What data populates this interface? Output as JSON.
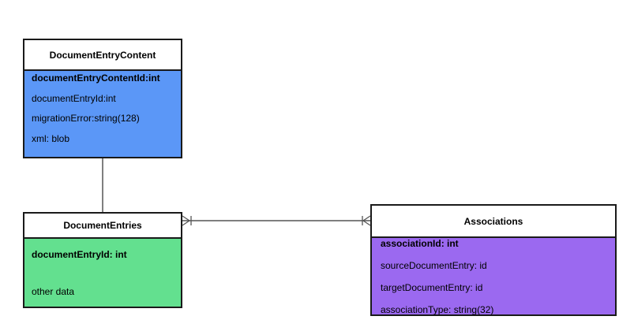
{
  "diagram": {
    "entities": {
      "document_entry_content": {
        "name": "DocumentEntryContent",
        "fields": [
          "documentEntryContentId:int",
          "documentEntryId:int",
          "migrationError:string(128)",
          "xml: blob"
        ],
        "color": "#5b97f7"
      },
      "document_entries": {
        "name": "DocumentEntries",
        "fields": [
          "documentEntryId: int",
          "other data"
        ],
        "color": "#63e08f"
      },
      "associations": {
        "name": "Associations",
        "fields": [
          "associationId: int",
          "sourceDocumentEntry: id",
          "targetDocumentEntry: id",
          "associationType: string(32)"
        ],
        "color": "#9b69f0"
      }
    },
    "relationships": [
      {
        "from": "DocumentEntryContent",
        "to": "DocumentEntries",
        "notation": "plain-line"
      },
      {
        "from": "DocumentEntries",
        "to": "Associations",
        "notation": "one-or-many to one-or-many (crow's foot)"
      }
    ]
  }
}
